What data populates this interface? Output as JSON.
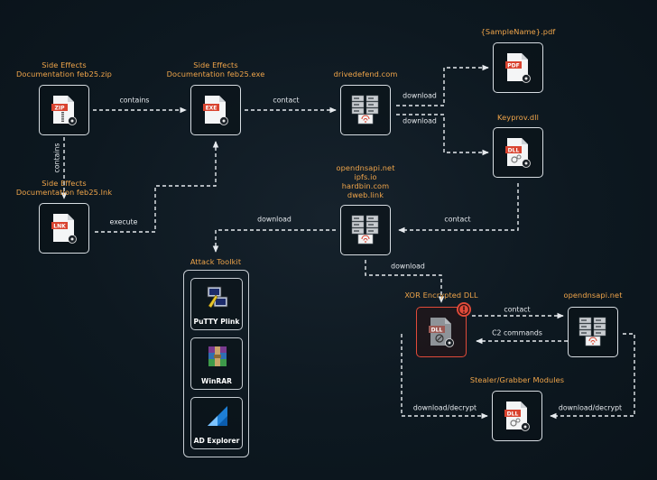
{
  "nodes": {
    "zip": {
      "label_lines": [
        "Side Effects",
        "Documentation feb25.zip"
      ],
      "badge": "ZIP"
    },
    "exe": {
      "label_lines": [
        "Side Effects",
        "Documentation feb25.exe"
      ],
      "badge": "EXE"
    },
    "lnk": {
      "label_lines": [
        "Side Effects",
        "Documentation feb25.lnk"
      ],
      "badge": "LNK"
    },
    "drivedefend": {
      "label_lines": [
        "drivedefend.com"
      ]
    },
    "pdf": {
      "label_lines": [
        "{SampleName}.pdf"
      ],
      "badge": "PDF"
    },
    "keyprov": {
      "label_lines": [
        "Keyprov.dll"
      ],
      "badge": "DLL"
    },
    "multi": {
      "label_lines": [
        "opendnsapi.net",
        "ipfs.io",
        "hardbin.com",
        "dweb.link"
      ]
    },
    "xordll": {
      "label_lines": [
        "XOR Encrypted DLL"
      ],
      "badge": "DLL"
    },
    "opendns2": {
      "label_lines": [
        "opendnsapi.net"
      ]
    },
    "stealer": {
      "label_lines": [
        "Stealer/Grabber Modules"
      ],
      "badge": "DLL"
    }
  },
  "toolkit": {
    "title": "Attack Toolkit",
    "tools": [
      "PuTTY Plink",
      "WinRAR",
      "AD Explorer"
    ]
  },
  "edges": {
    "contains_h": "contains",
    "contains_v": "contains",
    "contact_exe": "contact",
    "download_pdf": "download",
    "download_dll": "download",
    "execute": "execute",
    "contact_keyprov": "contact",
    "download_toolkit": "download",
    "download_xor": "download",
    "contact_c2": "contact",
    "c2_commands": "C2 commands",
    "download_decrypt_left": "download/decrypt",
    "download_decrypt_right": "download/decrypt"
  },
  "colors": {
    "background": "#0d1820",
    "label_orange": "#f0a54a",
    "file_red": "#d9432f",
    "alert_red": "#e14b3a",
    "line": "#e6eaee"
  }
}
